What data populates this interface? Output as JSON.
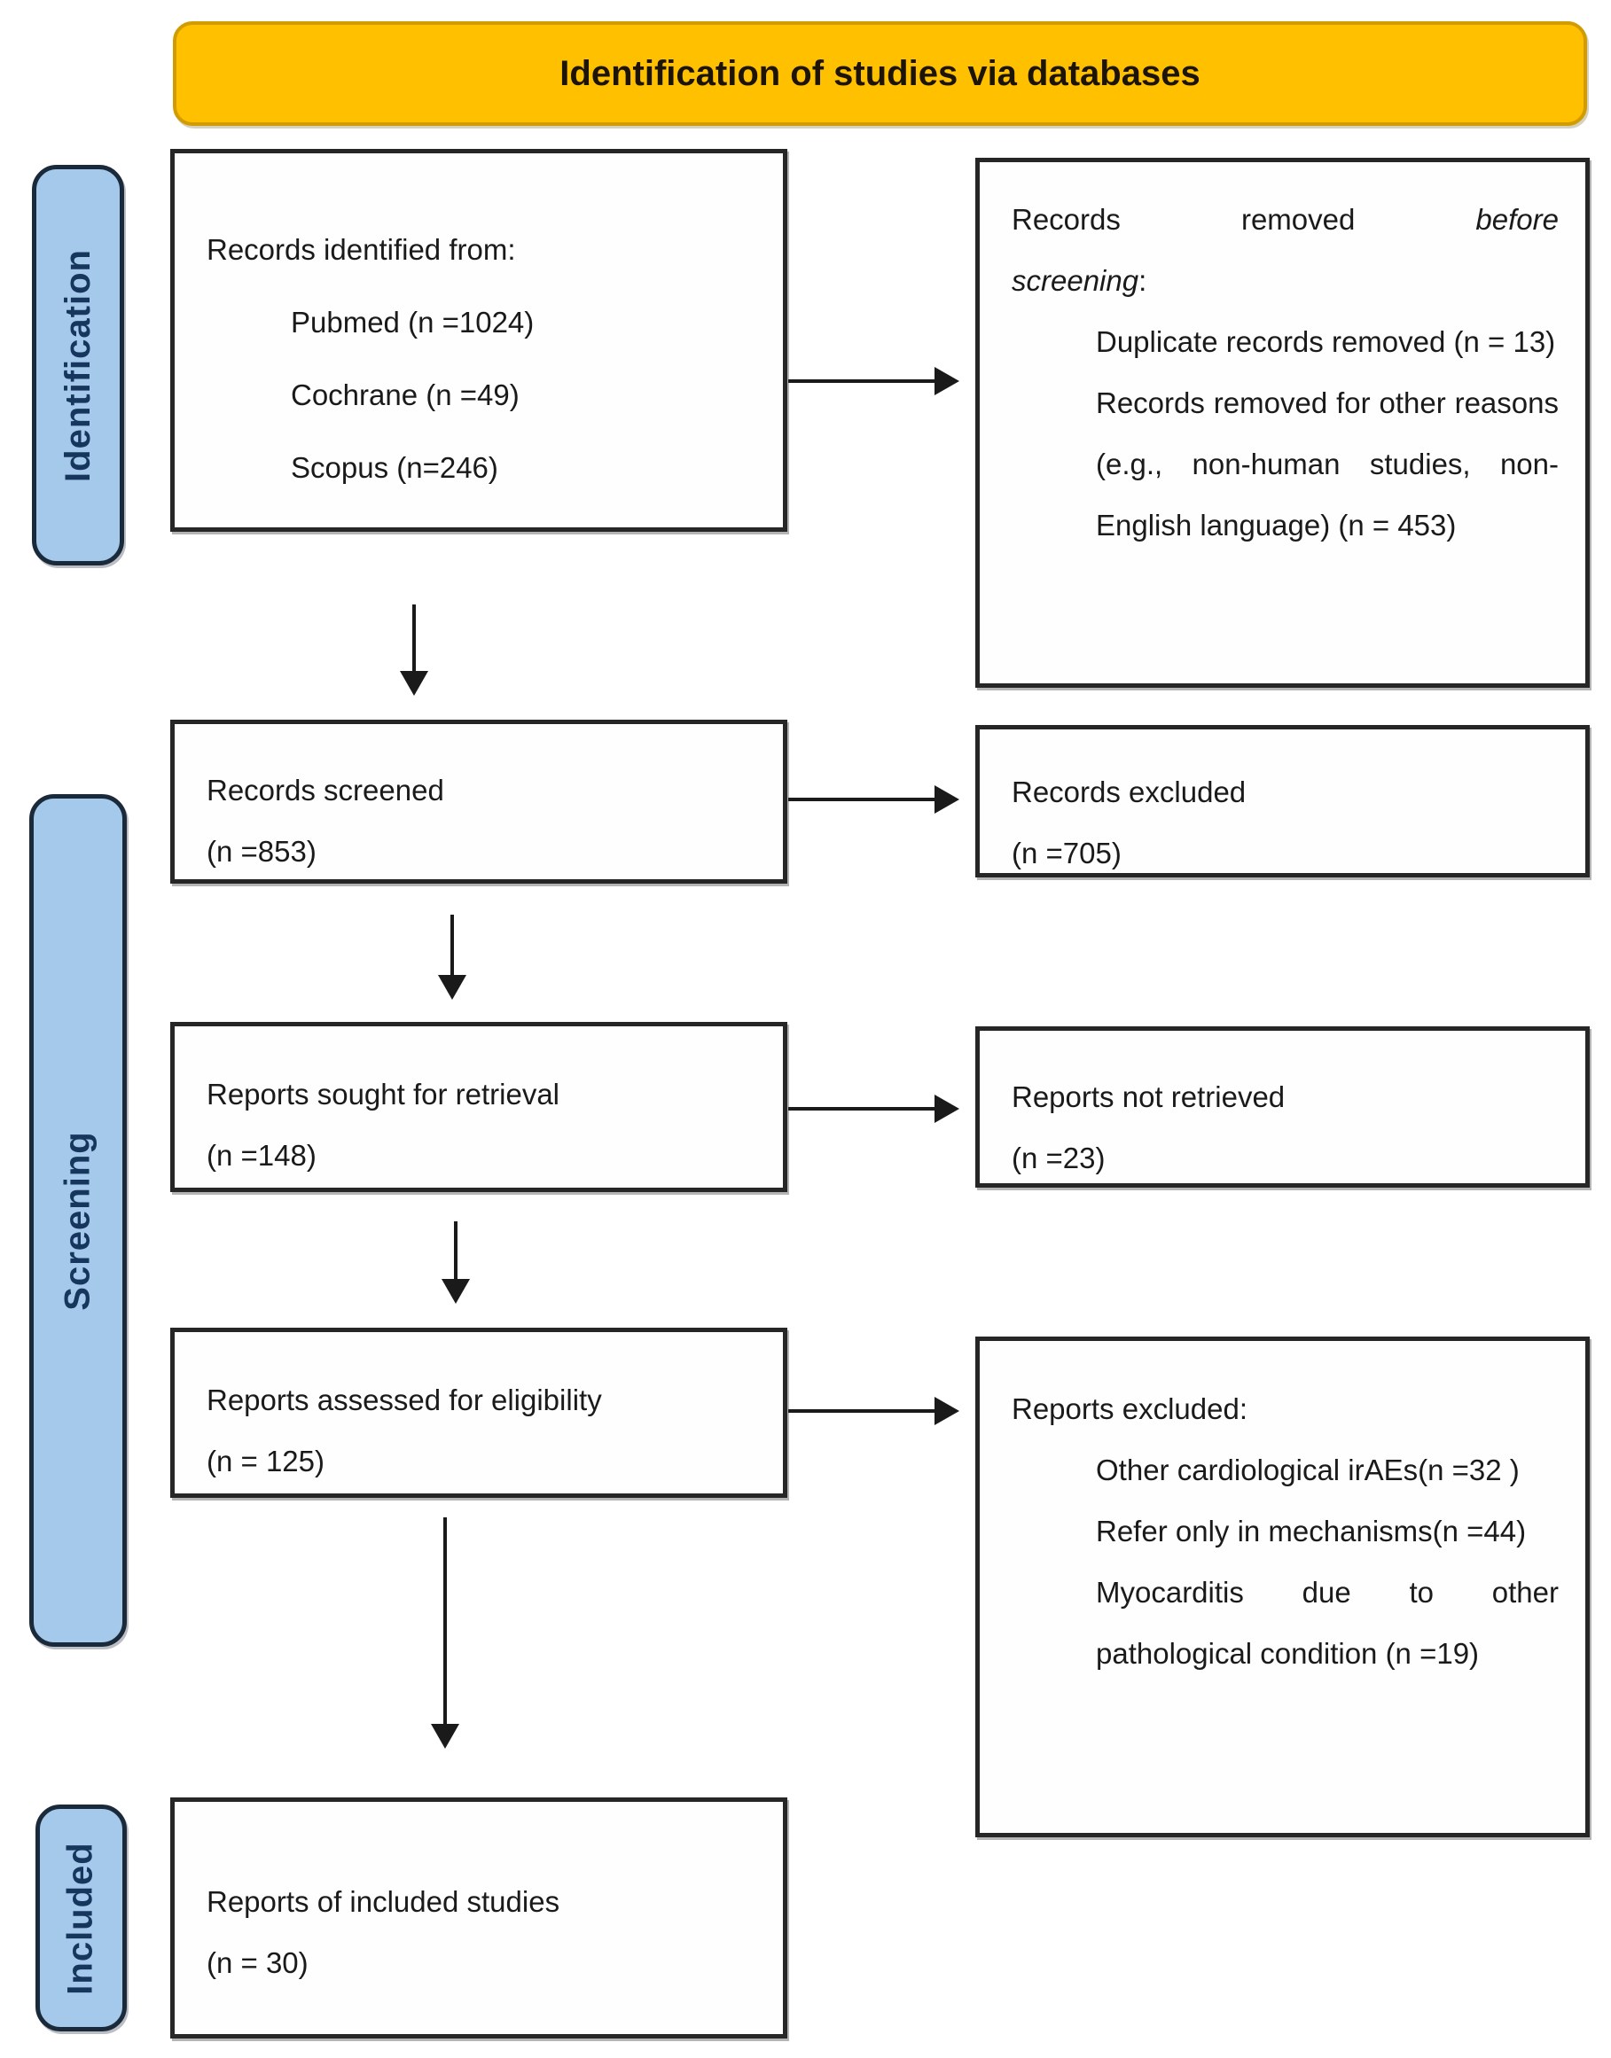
{
  "banner": {
    "text": "Identification of studies via databases"
  },
  "stages": {
    "identification": "Identification",
    "screening": "Screening",
    "included": "Included"
  },
  "flow": {
    "identified": {
      "heading": "Records identified from:",
      "items": [
        "Pubmed (n =1024)",
        "Cochrane (n =49)",
        "Scopus (n=246)"
      ]
    },
    "screened": {
      "label": "Records screened",
      "count": "(n =853)"
    },
    "sought": {
      "label": "Reports sought for retrieval",
      "count": "(n =148)"
    },
    "assessed": {
      "label": "Reports assessed for eligibility",
      "count": "(n = 125)"
    },
    "included": {
      "label": "Reports of included studies",
      "count": "(n = 30)"
    }
  },
  "exclusions": {
    "removed_before": {
      "heading_words": [
        "Records",
        "removed",
        "before"
      ],
      "heading_line2_italic": "screening",
      "heading_line2_suffix": ":",
      "items": [
        "Duplicate records removed (n = 13)",
        "Records removed for other reasons (e.g., non-human studies, non-English language) (n = 453)"
      ]
    },
    "records_excluded": {
      "label": "Records excluded",
      "count": "(n =705)"
    },
    "not_retrieved": {
      "label": "Reports not retrieved",
      "count": "(n =23)"
    },
    "reports_excluded": {
      "heading": "Reports excluded:",
      "items": [
        "Other cardiological irAEs(n =32 )",
        "Refer only in mechanisms(n =44)",
        "Myocarditis due to other pathological condition (n =19)"
      ]
    }
  },
  "colors": {
    "banner_bg": "#FFC000",
    "banner_border": "#D29B00",
    "stage_bg": "#A4C9EA",
    "stage_border": "#1B2A3A",
    "stage_text": "#17365D",
    "box_border": "#262626",
    "arrow": "#1A1A1A"
  }
}
